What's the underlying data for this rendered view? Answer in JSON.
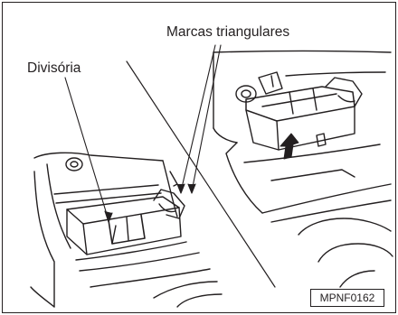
{
  "labels": {
    "triangular_marks": "Marcas triangulares",
    "divider": "Divisória"
  },
  "figure_code": "MPNF0162",
  "colors": {
    "line": "#231f20",
    "background": "#ffffff"
  }
}
